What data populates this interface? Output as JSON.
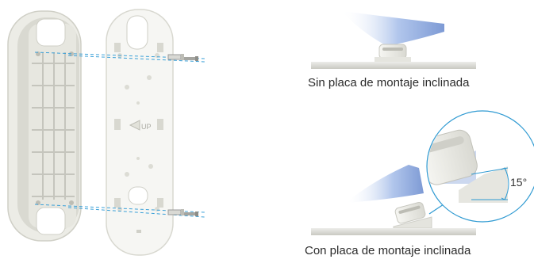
{
  "figure": {
    "left_title": "",
    "captions": {
      "without_bracket": "Sin placa de montaje inclinada",
      "with_bracket": "Con placa de montaje inclinada"
    },
    "angle_label": "15°",
    "plate_embossed_text": "UP"
  },
  "colors": {
    "beam": "#7e9fd8",
    "plate": "#f2f2ee",
    "backplate": "#e4e4dc",
    "guide_line": "#3aa0d8",
    "callout_line": "#2f9ad2",
    "wall": "#d6d6d0",
    "screw": "#9a9a9a"
  }
}
